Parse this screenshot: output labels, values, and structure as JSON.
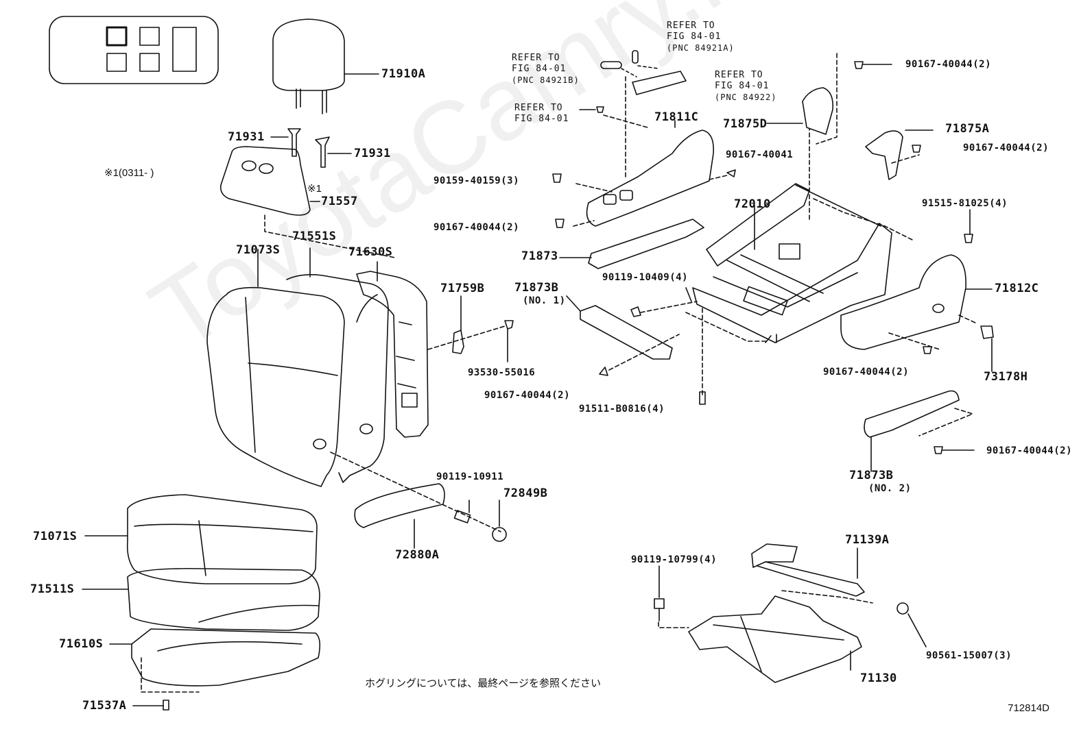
{
  "watermark": "ToyotaCamry.ru",
  "sheet_id": "712814D",
  "footnote_jp": "ホグリングについては、最終ページを参照ください",
  "range_note": {
    "mark": "※1",
    "text": "(0311-      )"
  },
  "mark_71557": "※1",
  "parts": {
    "p71910A": "71910A",
    "p71931a": "71931",
    "p71931b": "71931",
    "p71557": "71557",
    "p71073S": "71073S",
    "p71551S": "71551S",
    "p71630S": "71630S",
    "p71759B": "71759B",
    "p93530": "93530-55016",
    "p90167_42_a": "90167-40044(2)",
    "p72880A": "72880A",
    "p90119_10911": "90119-10911",
    "p72849B": "72849B",
    "p71071S": "71071S",
    "p71511S": "71511S",
    "p71610S": "71610S",
    "p71537A": "71537A",
    "p90159": "90159-40159(3)",
    "p90167_42_b": "90167-40044(2)",
    "p71873": "71873",
    "p71873B1": "71873B",
    "p71873B1_no": "(NO. 1)",
    "p71811C": "71811C",
    "p90167_40041": "90167-40041",
    "p72010": "72010",
    "p90119_10409": "90119-10409(4)",
    "p91511": "91511-B0816(4)",
    "p90167_42_top": "90167-40044(2)",
    "p71875D": "71875D",
    "p71875A": "71875A",
    "p90167_42_c": "90167-40044(2)",
    "p91515": "91515-81025(4)",
    "p71812C": "71812C",
    "p90167_42_d": "90167-40044(2)",
    "p73178H": "73178H",
    "p90167_42_e": "90167-40044(2)",
    "p71873B2": "71873B",
    "p71873B2_no": "(NO. 2)",
    "p71139A": "71139A",
    "p90119_10799": "90119-10799(4)",
    "p90561": "90561-15007(3)",
    "p71130": "71130"
  },
  "refs": {
    "r1": [
      "REFER TO",
      "FIG 84-01",
      "(PNC 84921A)"
    ],
    "r2": [
      "REFER TO",
      "FIG 84-01",
      "(PNC 84921B)"
    ],
    "r3": [
      "REFER TO",
      "FIG 84-01",
      "(PNC 84922)"
    ],
    "r4": [
      "REFER TO",
      "FIG 84-01"
    ]
  }
}
